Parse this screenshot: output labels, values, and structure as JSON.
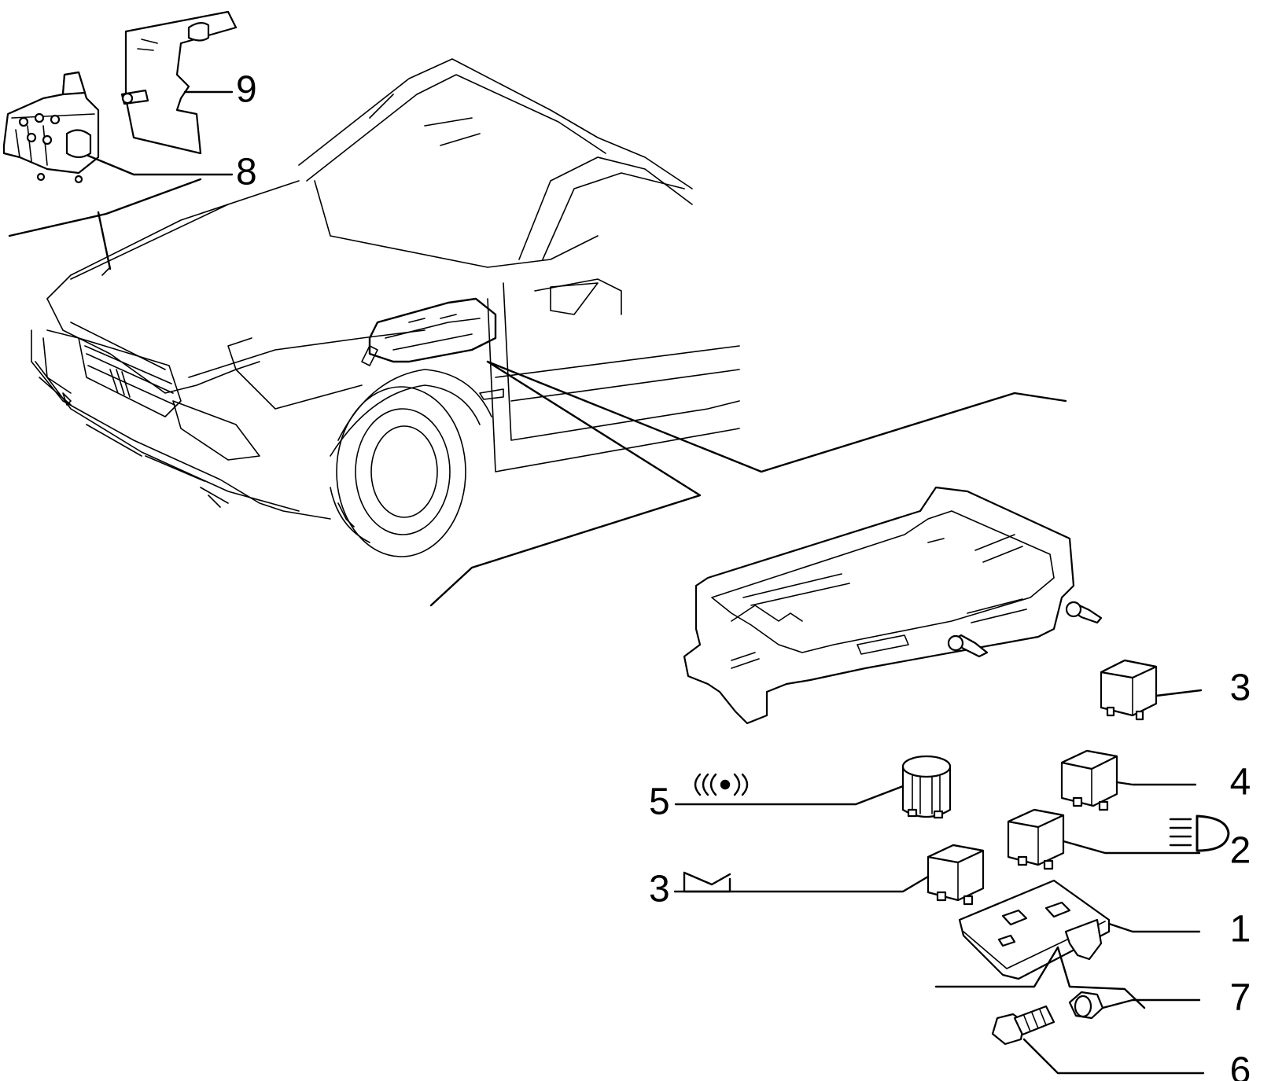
{
  "callouts": [
    {
      "id": "label-9",
      "number": "9"
    },
    {
      "id": "label-8",
      "number": "8"
    },
    {
      "id": "label-3-top",
      "number": "3"
    },
    {
      "id": "label-5",
      "number": "5"
    },
    {
      "id": "label-4",
      "number": "4"
    },
    {
      "id": "label-2",
      "number": "2"
    },
    {
      "id": "label-3-low",
      "number": "3"
    },
    {
      "id": "label-1",
      "number": "1"
    },
    {
      "id": "label-7",
      "number": "7"
    },
    {
      "id": "label-6",
      "number": "6"
    }
  ],
  "symbols": {
    "buzzer": "sound-signal-icon",
    "headlight": "headlight-icon",
    "rear-window": "heated-rear-window-icon"
  }
}
